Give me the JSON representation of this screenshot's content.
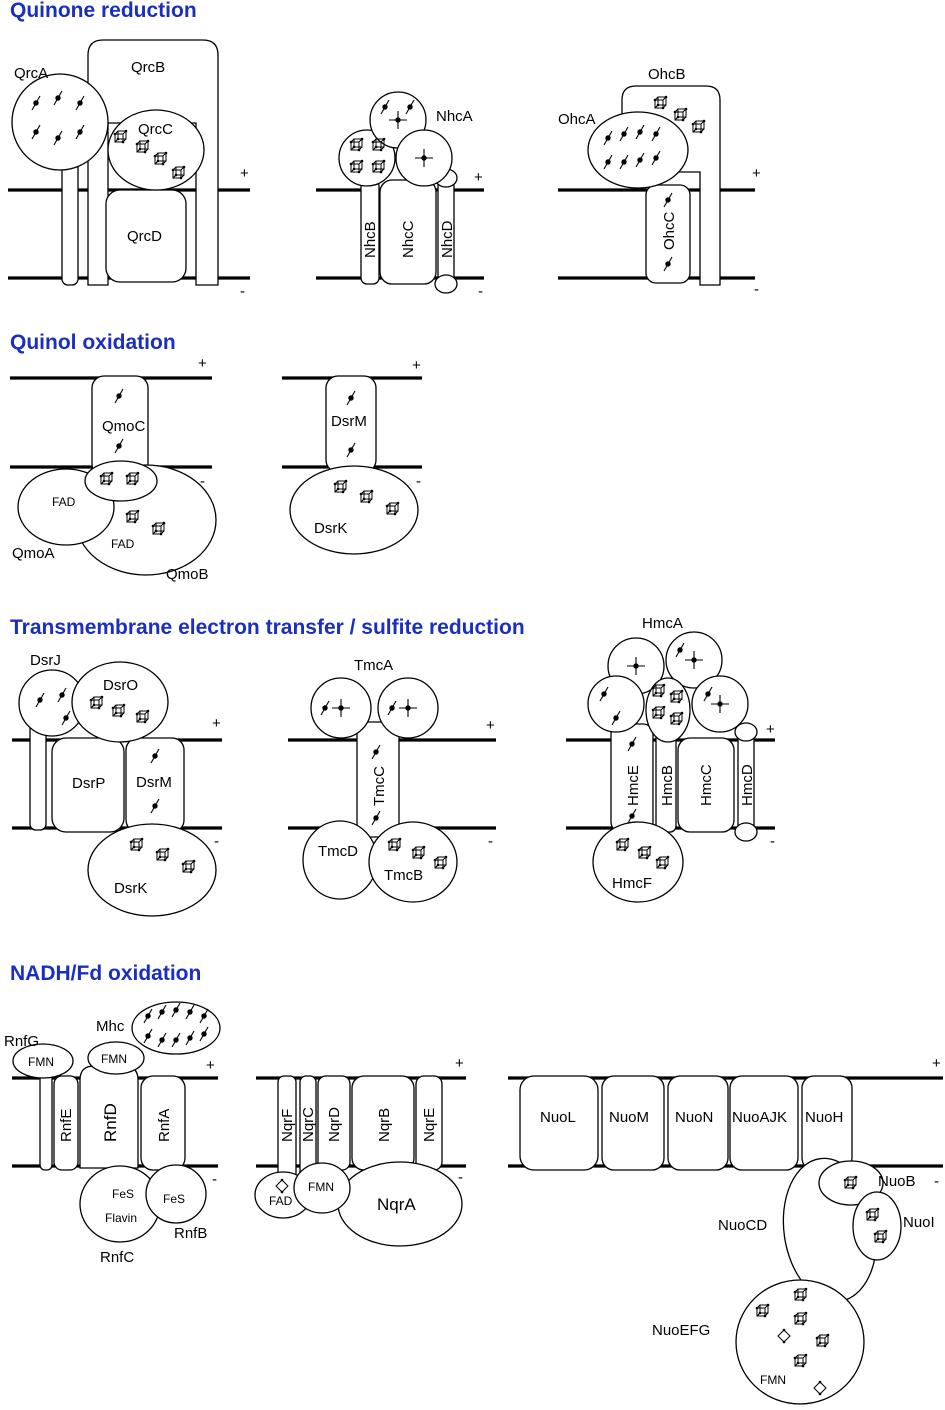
{
  "sections": {
    "quinone_reduction": "Quinone reduction",
    "quinol_oxidation": "Quinol oxidation",
    "transmembrane": "Transmembrane electron transfer / sulfite reduction",
    "nadh_fd": "NADH/Fd oxidation"
  },
  "signs": {
    "plus": "+",
    "minus": "-"
  },
  "qrc": {
    "a": "QrcA",
    "b": "QrcB",
    "c": "QrcC",
    "d": "QrcD"
  },
  "nhc": {
    "a": "NhcA",
    "b": "NhcB",
    "c": "NhcC",
    "d": "NhcD"
  },
  "ohc": {
    "a": "OhcA",
    "b": "OhcB",
    "c": "OhcC"
  },
  "qmo": {
    "a": "QmoA",
    "b": "QmoB",
    "c": "QmoC",
    "fad": "FAD"
  },
  "dsr1": {
    "m": "DsrM",
    "k": "DsrK"
  },
  "dsr2": {
    "j": "DsrJ",
    "o": "DsrO",
    "p": "DsrP",
    "m": "DsrM",
    "k": "DsrK"
  },
  "tmc": {
    "a": "TmcA",
    "b": "TmcB",
    "c": "TmcC",
    "d": "TmcD"
  },
  "hmc": {
    "a": "HmcA",
    "b": "HmcB",
    "c": "HmcC",
    "d": "HmcD",
    "e": "HmcE",
    "f": "HmcF"
  },
  "rnf": {
    "g": "RnfG",
    "e": "RnfE",
    "d": "RnfD",
    "a": "RnfA",
    "b": "RnfB",
    "c": "RnfC",
    "fmn": "FMN",
    "fes": "FeS",
    "flavin": "Flavin",
    "mhc": "Mhc"
  },
  "nqr": {
    "f": "NqrF",
    "c": "NqrC",
    "d": "NqrD",
    "b": "NqrB",
    "e": "NqrE",
    "a": "NqrA",
    "fad": "FAD",
    "fmn": "FMN"
  },
  "nuo": {
    "l": "NuoL",
    "m": "NuoM",
    "n": "NuoN",
    "ajk": "NuoAJK",
    "h": "NuoH",
    "b": "NuoB",
    "i": "NuoI",
    "cd": "NuoCD",
    "efg": "NuoEFG",
    "fmn": "FMN"
  }
}
